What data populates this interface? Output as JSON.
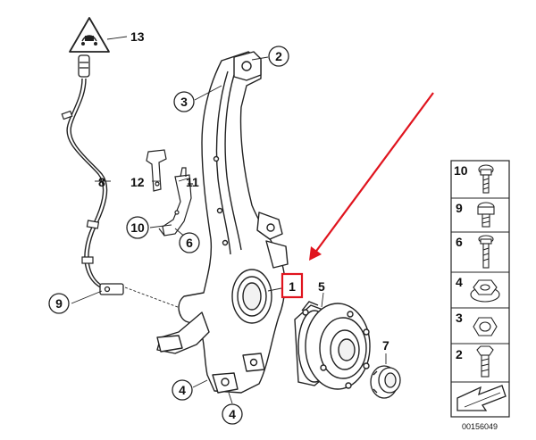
{
  "diagram": {
    "callouts": {
      "c13": "13",
      "c2": "2",
      "c3": "3",
      "c8": "8",
      "c12": "12",
      "c11": "11",
      "c10": "10",
      "c6": "6",
      "c9": "9",
      "c1": "1",
      "c5": "5",
      "c7": "7",
      "c4a": "4",
      "c4b": "4"
    },
    "side_panel": [
      {
        "label": "10",
        "part": "bolt-short"
      },
      {
        "label": "9",
        "part": "bolt-hex-socket"
      },
      {
        "label": "6",
        "part": "screw-long"
      },
      {
        "label": "4",
        "part": "collar-nut"
      },
      {
        "label": "3",
        "part": "hex-nut"
      },
      {
        "label": "2",
        "part": "hex-bolt"
      }
    ],
    "document_number": "00156049",
    "colors": {
      "line": "#222222",
      "highlight": "#e0141e"
    }
  }
}
